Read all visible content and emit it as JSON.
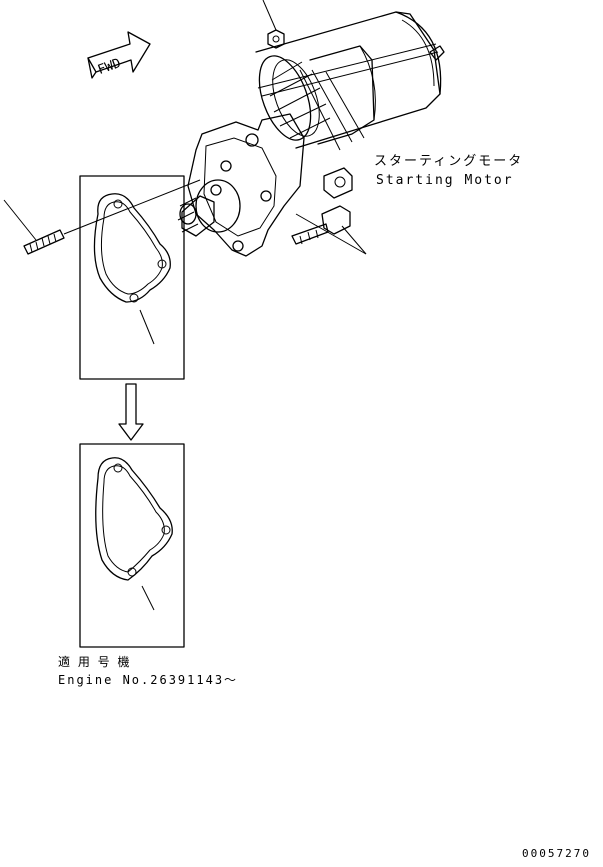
{
  "direction_marker": {
    "text": "FWD"
  },
  "part_label": {
    "japanese": "スターティングモータ",
    "english": "Starting Motor"
  },
  "applicable_serial": {
    "japanese": "適 用 号 機",
    "english": "Engine No.26391143～"
  },
  "drawing_number": "00057270"
}
